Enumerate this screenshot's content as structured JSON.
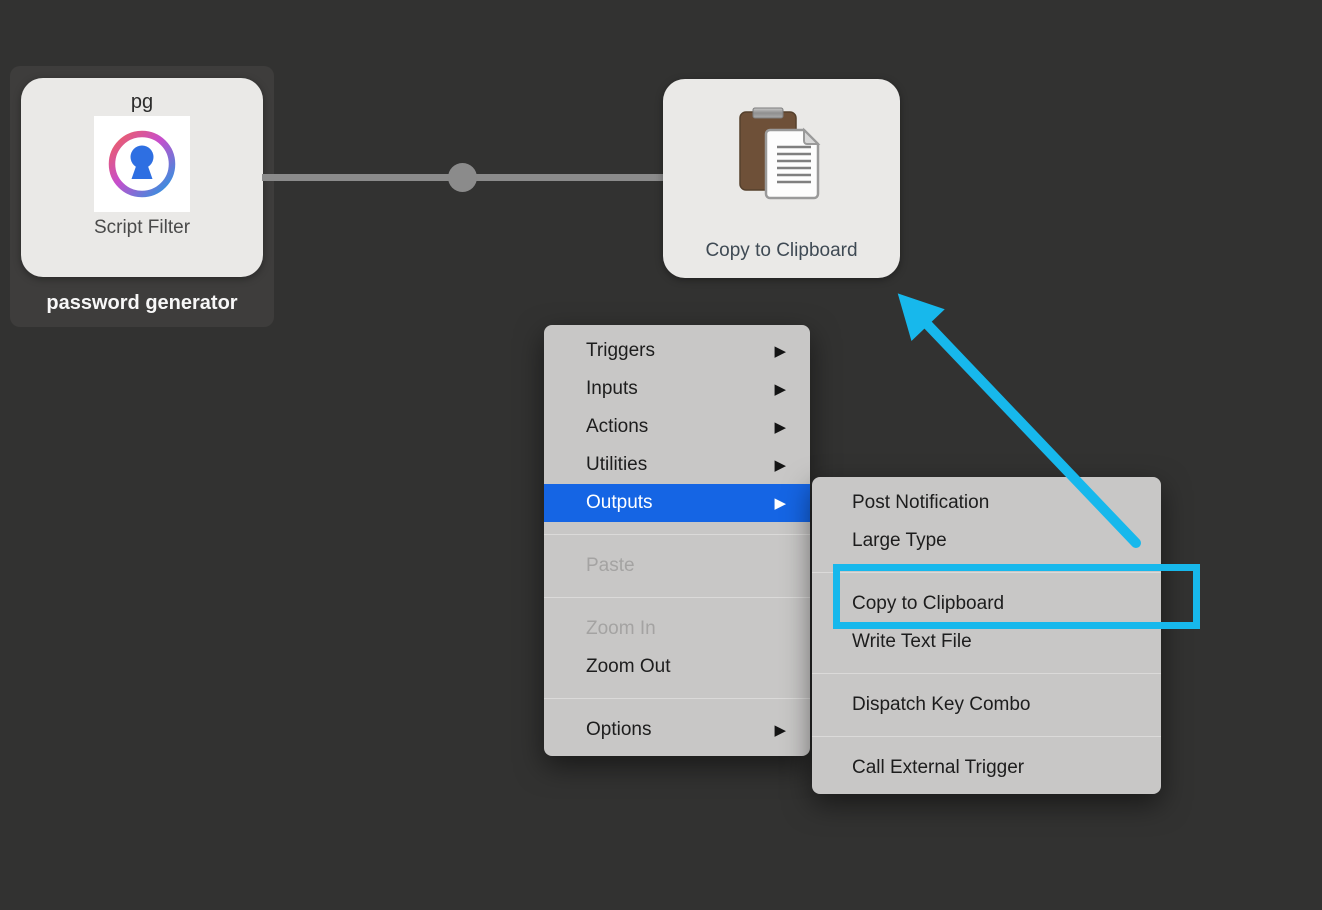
{
  "app": "Alfred workflow editor",
  "workflow": {
    "script_filter_node": {
      "keyword": "pg",
      "type_label": "Script Filter",
      "name": "password generator",
      "icon": "keyhole-gradient-icon"
    },
    "output_node": {
      "label": "Copy to Clipboard",
      "icon": "clipboard-icon"
    },
    "connection": {
      "color": "#8b8b8b"
    }
  },
  "context_menu": {
    "arrow_glyph": "▶",
    "highlight_color": "#1565e4",
    "items": [
      {
        "label": "Triggers",
        "has_submenu": true,
        "disabled": false,
        "highlighted": false
      },
      {
        "label": "Inputs",
        "has_submenu": true,
        "disabled": false,
        "highlighted": false
      },
      {
        "label": "Actions",
        "has_submenu": true,
        "disabled": false,
        "highlighted": false
      },
      {
        "label": "Utilities",
        "has_submenu": true,
        "disabled": false,
        "highlighted": false
      },
      {
        "label": "Outputs",
        "has_submenu": true,
        "disabled": false,
        "highlighted": true
      },
      {
        "label": "Paste",
        "has_submenu": false,
        "disabled": true,
        "highlighted": false
      },
      {
        "label": "Zoom In",
        "has_submenu": false,
        "disabled": true,
        "highlighted": false
      },
      {
        "label": "Zoom Out",
        "has_submenu": false,
        "disabled": false,
        "highlighted": false
      },
      {
        "label": "Options",
        "has_submenu": true,
        "disabled": false,
        "highlighted": false
      }
    ]
  },
  "outputs_submenu": {
    "items": [
      "Post Notification",
      "Large Type",
      "Copy to Clipboard",
      "Write Text File",
      "Dispatch Key Combo",
      "Call External Trigger"
    ]
  },
  "annotations": {
    "accent_color": "#17b8ec",
    "highlighted_item": "Copy to Clipboard"
  }
}
